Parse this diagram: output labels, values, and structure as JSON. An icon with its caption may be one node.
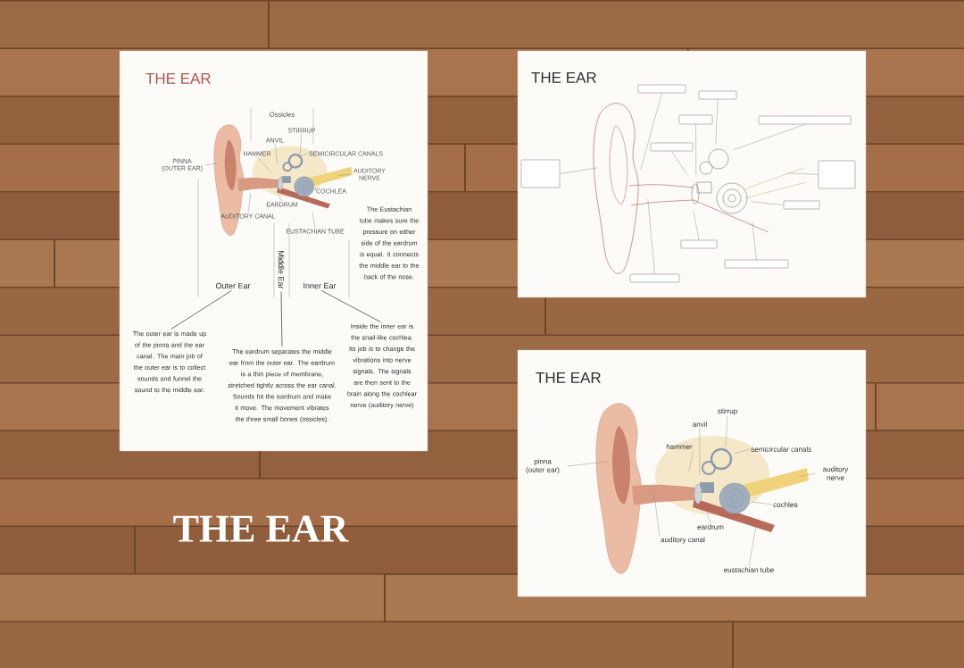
{
  "diagram": {
    "title": "THE EAR",
    "nodes": [
      {
        "text": [
          "THE EAR"
        ]
      },
      {
        "text": [],
        "shape": "picture",
        "in": 0
      },
      {
        "text": [
          "Ossicles"
        ],
        "in": 0
      },
      {
        "text": [
          "STIRRUP"
        ],
        "in": 1
      },
      {
        "text": [
          "ANVIL"
        ],
        "in": 1
      },
      {
        "text": [
          "HAMMER"
        ],
        "in": 1
      },
      {
        "text": [
          "SEMICIRCULAR CANALS"
        ],
        "in": 0
      },
      {
        "text": [
          "PINNA (OUTER EAR)"
        ],
        "in": 0
      },
      {
        "text": [
          "AUDITORY NERVE"
        ],
        "in": 0
      },
      {
        "text": [
          "COCHLEA"
        ],
        "in": 1
      },
      {
        "text": [
          "EARDRUM"
        ],
        "in": 1
      },
      {
        "text": [
          "AUDITORY CANAL"
        ],
        "in": 1
      },
      {
        "text": [
          "EUSTACHIAN TUBE"
        ],
        "in": 1
      },
      {
        "text": [
          "The Eustachian tube makes sure the pressure on either side of the eardrum is equal. It connects the middle ear to the back of the nose."
        ],
        "in": 0
      },
      {
        "text": [
          "Outer Ear"
        ],
        "in": 0
      },
      {
        "text": [
          "Middle Ear"
        ],
        "in": 0
      },
      {
        "text": [
          "Inner Ear"
        ],
        "in": 0
      },
      {
        "text": [
          "The outer ear is made up of the pinna and the ear canal. The main job of the outer ear is to collect sounds and funnel the sound to the middle ear."
        ],
        "in": 0
      },
      {
        "text": [
          "The eardrum separates the middle ear from the outer ear. The eardrum is a thin piece of membrane, stretched tightly across the ear canal. Sounds hit the eardrum and make it move. The movement vibrates the three small bones (ossicles)."
        ],
        "in": 0
      },
      {
        "text": [
          "Inside the inner ear is the snail-like cochlea.  Its job is to change the vibrations into nerve signals. The signals are then sent to the brain along the cochlear nerve (auditory nerve)"
        ],
        "in": 0
      },
      {
        "text": [
          "THE EAR"
        ]
      },
      {
        "text": [],
        "shape": "picture",
        "in": 20
      },
      {
        "text": [],
        "shape": "box",
        "in": 20
      },
      {
        "text": [],
        "shape": "box",
        "in": 20
      },
      {
        "text": [],
        "shape": "box",
        "in": 21
      },
      {
        "text": [],
        "shape": "box",
        "in": 20
      },
      {
        "text": [],
        "shape": "box",
        "in": 21
      },
      {
        "text": [],
        "shape": "box",
        "in": 20
      },
      {
        "text": [],
        "shape": "box",
        "in": 20
      },
      {
        "text": [],
        "shape": "box",
        "in": 20
      },
      {
        "text": [],
        "shape": "box",
        "in": 21
      },
      {
        "text": [],
        "shape": "box",
        "in": 21
      },
      {
        "text": [],
        "shape": "box",
        "in": 20
      },
      {
        "text": [
          "THE EAR"
        ]
      },
      {
        "text": [],
        "shape": "picture",
        "in": 33
      },
      {
        "text": [
          "stirrup"
        ],
        "in": 34
      },
      {
        "text": [
          "anvil"
        ],
        "in": 34
      },
      {
        "text": [
          "hammer"
        ],
        "in": 34
      },
      {
        "text": [
          "semicircular canals"
        ],
        "in": 34
      },
      {
        "text": [
          "pinna (outer ear)"
        ],
        "in": 33
      },
      {
        "text": [
          "auditory nerve"
        ],
        "in": 33
      },
      {
        "text": [
          "cochlea"
        ],
        "in": 34
      },
      {
        "text": [
          "eardrum"
        ],
        "in": 34
      },
      {
        "text": [
          "auditory canal"
        ],
        "in": 34
      },
      {
        "text": [
          "eustachian tube"
        ],
        "in": 34
      }
    ],
    "edges": [
      {
        "from": 3,
        "to": 1,
        "arrow": "none"
      },
      {
        "from": 4,
        "to": 1,
        "arrow": "none"
      },
      {
        "from": 5,
        "to": 1,
        "arrow": "none"
      },
      {
        "from": 6,
        "to": 1,
        "arrow": "none"
      },
      {
        "from": 7,
        "to": 1,
        "arrow": "none"
      },
      {
        "from": 8,
        "to": 1,
        "arrow": "none"
      },
      {
        "from": 9,
        "to": 1,
        "arrow": "none"
      },
      {
        "from": 10,
        "to": 1,
        "arrow": "none"
      },
      {
        "from": 11,
        "to": 1,
        "arrow": "none"
      },
      {
        "from": 12,
        "to": 1,
        "arrow": "none"
      },
      {
        "from": 14,
        "to": 17,
        "arrow": "none",
        "color": "#333333"
      },
      {
        "from": 15,
        "to": 18,
        "arrow": "none",
        "color": "#333333"
      },
      {
        "from": 16,
        "to": 19,
        "arrow": "none",
        "color": "#333333"
      },
      {
        "from": 22,
        "to": 21,
        "arrow": "none"
      },
      {
        "from": 23,
        "to": 21,
        "arrow": "none"
      },
      {
        "from": 24,
        "to": 21,
        "arrow": "none"
      },
      {
        "from": 25,
        "to": 21,
        "arrow": "none"
      },
      {
        "from": 26,
        "to": 21,
        "arrow": "none"
      },
      {
        "from": 27,
        "to": 21,
        "arrow": "none"
      },
      {
        "from": 28,
        "to": 21,
        "arrow": "none"
      },
      {
        "from": 29,
        "to": 21,
        "arrow": "none"
      },
      {
        "from": 30,
        "to": 21,
        "arrow": "none"
      },
      {
        "from": 31,
        "to": 21,
        "arrow": "none"
      },
      {
        "from": 32,
        "to": 21,
        "arrow": "none"
      },
      {
        "from": 35,
        "to": 34,
        "arrow": "none"
      },
      {
        "from": 36,
        "to": 34,
        "arrow": "none"
      },
      {
        "from": 37,
        "to": 34,
        "arrow": "none"
      },
      {
        "from": 38,
        "to": 34,
        "arrow": "none"
      },
      {
        "from": 39,
        "to": 34,
        "arrow": "none"
      },
      {
        "from": 40,
        "to": 34,
        "arrow": "none"
      },
      {
        "from": 41,
        "to": 34,
        "arrow": "none"
      },
      {
        "from": 42,
        "to": 34,
        "arrow": "none"
      },
      {
        "from": 43,
        "to": 34,
        "arrow": "none"
      },
      {
        "from": 44,
        "to": 34,
        "arrow": "none"
      }
    ]
  }
}
